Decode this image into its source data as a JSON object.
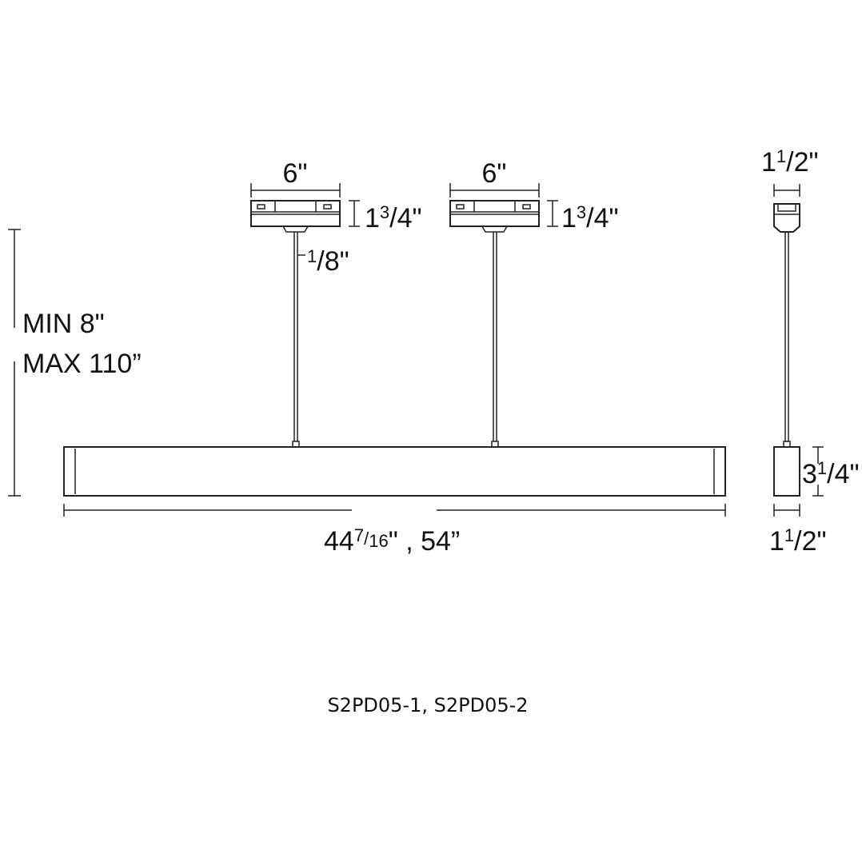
{
  "dimensions": {
    "canopy_left_width": "6\"",
    "canopy_right_width": "6\"",
    "canopy_height_left": {
      "whole": "1",
      "num": "3",
      "den": "4",
      "unit": "\""
    },
    "canopy_height_right": {
      "whole": "1",
      "num": "3",
      "den": "4",
      "unit": "\""
    },
    "cable_diameter": {
      "num": "1",
      "den": "8",
      "unit": "\""
    },
    "side_canopy_width": {
      "whole": "1",
      "num": "1",
      "den": "2",
      "unit": "\""
    },
    "suspension_min": "MIN 8\"",
    "suspension_max": "MAX 110”",
    "fixture_length": {
      "whole": "44",
      "num": "7",
      "den": "16",
      "unit": "\"",
      "alt": " , 54”"
    },
    "side_body_height": {
      "whole": "3",
      "num": "1",
      "den": "4",
      "unit": "\""
    },
    "side_body_width": {
      "whole": "1",
      "num": "1",
      "den": "2",
      "unit": "\""
    }
  },
  "model_numbers": "S2PD05-1, S2PD05-2"
}
